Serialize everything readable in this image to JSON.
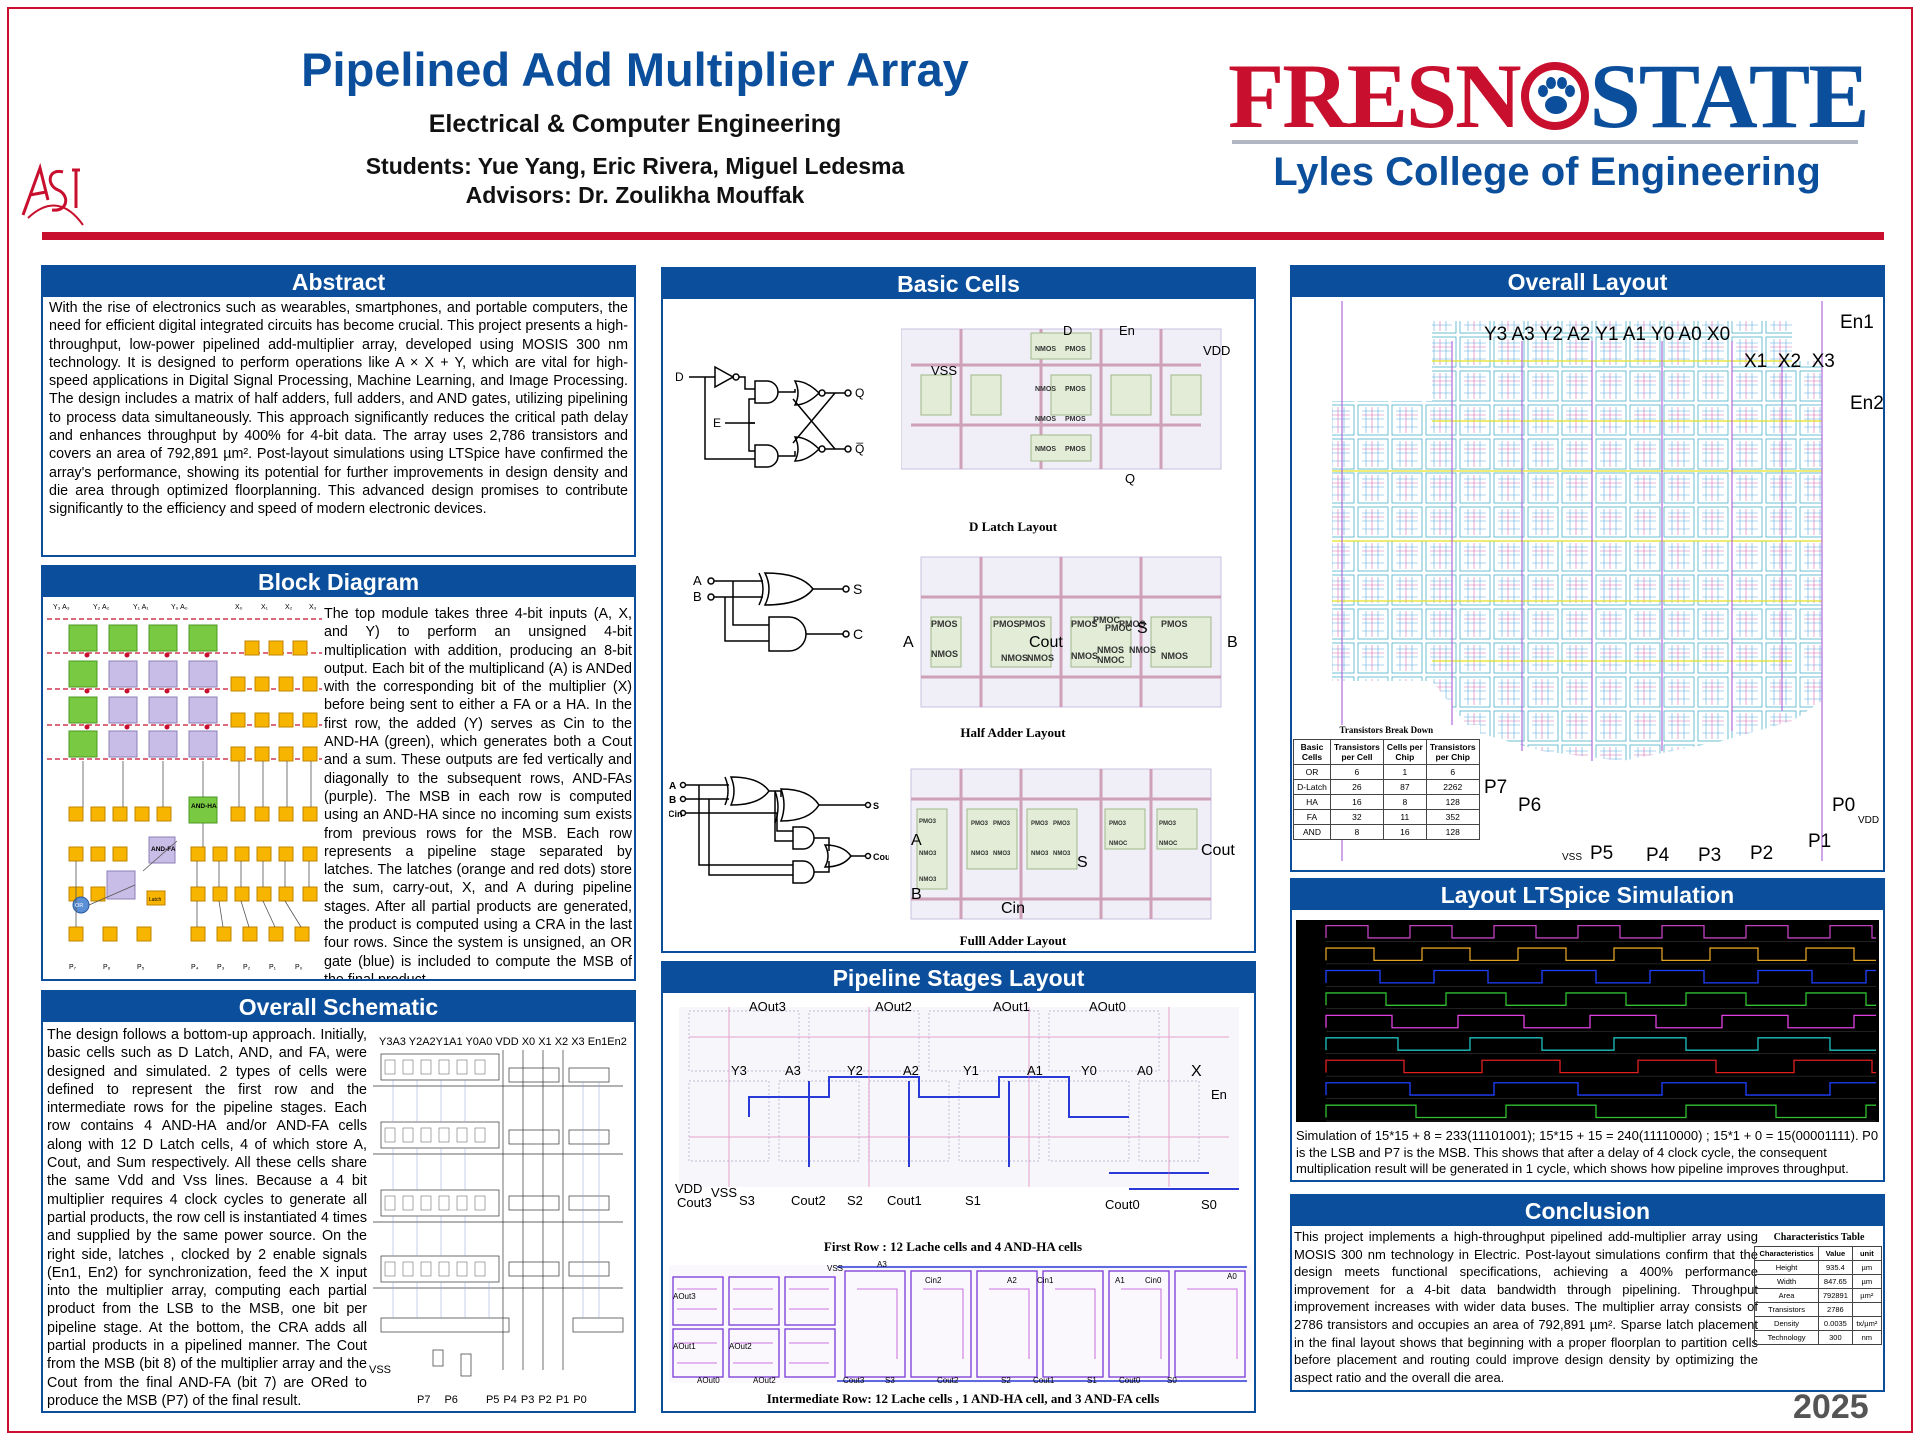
{
  "header": {
    "title": "Pipelined Add Multiplier Array",
    "department": "Electrical & Computer Engineering",
    "students": "Students: Yue Yang, Eric Rivera, Miguel Ledesma",
    "advisors": "Advisors: Dr. Zoulikha Mouffak",
    "logo_left": "FRESN",
    "logo_right": "STATE",
    "college": "Lyles College of Engineering",
    "year": "2025"
  },
  "abstract": {
    "heading": "Abstract",
    "text": "With the rise of electronics such as wearables, smartphones, and portable computers, the need for efficient digital integrated circuits has become crucial. This project presents a high-throughput, low-power pipelined add-multiplier array, developed using MOSIS 300 nm technology. It is designed to perform operations like A × X + Y, which are vital for high-speed applications in Digital Signal Processing, Machine Learning, and Image Processing. The design includes a matrix of half adders, full adders, and AND gates, utilizing pipelining to process data simultaneously. This approach significantly reduces the critical path delay and enhances throughput by 400% for 4-bit data. The array uses 2,786 transistors and covers an area of 792,891 µm². Post-layout simulations using LTSpice have confirmed the array's performance, showing its potential for further improvements in design density and die area through optimized floorplanning. This advanced design promises to contribute significantly to the efficiency and speed of modern electronic devices."
  },
  "block_diagram": {
    "heading": "Block Diagram",
    "text": "The top module takes three 4-bit inputs (A, X, and Y) to perform an unsigned 4-bit multiplication with addition, producing an 8-bit output. Each bit of the multiplicand (A) is ANDed with the corresponding bit of the multiplier (X) before being sent to either a FA or a HA. In the first row, the added (Y) serves as Cin to the AND-HA (green), which generates both a Cout and a sum. These outputs are fed vertically and diagonally to the subsequent rows, AND-FAs (purple). The MSB in each row is computed using an AND-HA since no incoming sum exists from previous rows for the MSB. Each row represents a pipeline stage separated by latches. The latches (orange and red dots) store the sum, carry-out, X, and A during pipeline stages. After all partial products are generated, the product is computed using a CRA in the last four rows. Since the system is unsigned, an OR gate (blue) is included to compute the MSB of the final product.",
    "labels": {
      "and_ha": "AND-HA",
      "and_fa": "AND-FA",
      "or": "OR",
      "latch": "Latch"
    }
  },
  "overall_schematic": {
    "heading": "Overall Schematic",
    "text": "The design follows a bottom-up approach. Initially, basic cells such as D Latch, AND, and FA, were designed and simulated. 2 types of cells were defined to represent the first row and the intermediate rows for the pipeline stages. Each row contains 4 AND-HA and/or AND-FA cells along with 12 D Latch cells, 4 of which store A, Cout, and Sum respectively. All these cells share the same Vdd and Vss lines. Because a 4 bit multiplier requires 4 clock cycles to generate all partial products, the row cell is instantiated 4 times and supplied by the same power source. On the right side, latches , clocked by 2 enable signals (En1, En2) for synchronization, feed the X input into the multiplier array, computing each partial product from the LSB to the MSB, one bit per pipeline stage. At the bottom, the CRA adds all partial products in a pipelined manner. The Cout from the MSB (bit 8) of the multiplier array and the Cout from the final AND-FA (bit 7) are ORed to produce the MSB (P7) of the final result.",
    "top_labels": "Y3A3 Y2A2Y1A1 Y0A0 VDD X0 X1 X2 X3 En1En2",
    "vss": "VSS",
    "bottom_labels": [
      "P7",
      "P6",
      "P5",
      "P4",
      "P3",
      "P2",
      "P1",
      "P0"
    ]
  },
  "basic_cells": {
    "heading": "Basic Cells",
    "d_latch_caption": "D Latch Layout",
    "half_adder_caption": "Half  Adder Layout",
    "full_adder_caption": "Fulll Adder Layout",
    "d_latch_labels": {
      "d": "D",
      "en": "En",
      "vdd": "VDD",
      "vss": "VSS",
      "q": "Q",
      "sch_d": "D",
      "sch_e": "E",
      "sch_q": "Q",
      "sch_qb": "Q̅"
    },
    "half_adder_labels": {
      "a": "A",
      "b": "B",
      "cout": "Cout",
      "s": "S",
      "sch_a": "A",
      "sch_b": "B",
      "sch_s": "S",
      "sch_c": "C"
    },
    "full_adder_labels": {
      "a": "A",
      "b": "B",
      "cin": "Cin",
      "s": "S",
      "cout": "Cout",
      "sch_a": "A",
      "sch_b": "B",
      "sch_cin": "Cin",
      "sch_s": "S",
      "sch_cout": "Cout"
    }
  },
  "pipeline": {
    "heading": "Pipeline Stages Layout",
    "first_row_caption": "First  Row : 12 Lache cells and 4 AND-HA cells",
    "intermediate_caption": "Intermediate Row: 12 Lache cells , 1 AND-HA cell, and 3 AND-FA cells",
    "top_outputs": [
      "AOut3",
      "AOut2",
      "AOut1",
      "AOut0"
    ],
    "inputs": [
      "Y3",
      "A3",
      "Y2",
      "A2",
      "Y1",
      "A1",
      "Y0",
      "A0",
      "X"
    ],
    "en": "En",
    "bottom": [
      "VDD",
      "Cout3",
      "VSS",
      "S3",
      "Cout2",
      "S2",
      "Cout1",
      "S1",
      "Cout0",
      "S0"
    ]
  },
  "overall_layout": {
    "heading": "Overall Layout",
    "top_labels": "Y3 A3 Y2 A2 Y1 A1 Y0 A0 X0",
    "x_labels": "X1  X2  X3",
    "en1": "En1",
    "en2": "En2",
    "outputs": [
      "P7",
      "P6",
      "P5",
      "P4",
      "P3",
      "P2",
      "P1",
      "P0"
    ],
    "vss": "VSS",
    "vdd": "VDD",
    "table_title": "Transistors Break Down",
    "table_headers": [
      "Basic Cells",
      "Transistors per Cell",
      "Cells per Chip",
      "Transistors per Chip"
    ],
    "table_rows": [
      [
        "OR",
        "6",
        "1",
        "6"
      ],
      [
        "D-Latch",
        "26",
        "87",
        "2262"
      ],
      [
        "HA",
        "16",
        "8",
        "128"
      ],
      [
        "FA",
        "32",
        "11",
        "352"
      ],
      [
        "AND",
        "8",
        "16",
        "128"
      ]
    ]
  },
  "ltspice": {
    "heading": "Layout LTSpice Simulation",
    "text": "Simulation of 15*15 + 8 = 233(11101001); 15*15 + 15 = 240(11110000) ; 15*1 + 0 = 15(00001111). P0 is the LSB and P7 is the MSB. This shows that after a delay of 4 clock cycle, the consequent multiplication result will be generated in 1 cycle, which shows how pipeline improves throughput.",
    "trace_colors": [
      "#c040c0",
      "#e0a020",
      "#2040ff",
      "#30c030",
      "#e040e0",
      "#20c0c0",
      "#e02020",
      "#2040ff",
      "#30c030"
    ]
  },
  "conclusion": {
    "heading": "Conclusion",
    "text": "This project implements a high-throughput pipelined add-multiplier array using MOSIS 300 nm technology in Electric. Post-layout simulations confirm that the design meets functional specifications, achieving a 400% performance improvement for a 4-bit data bandwidth through pipelining. Throughput improvement increases with wider data buses. The multiplier array consists of 2786 transistors and occupies an area of 792,891 µm². Sparse latch placement in the final layout shows that beginning with a proper floorplan to partition cells before placement and routing could improve design density by optimizing the aspect ratio and the overall die area.",
    "table_title": "Characteristics Table",
    "table_headers": [
      "Characteristics",
      "Value",
      "unit"
    ],
    "table_rows": [
      [
        "Height",
        "935.4",
        "µm"
      ],
      [
        "Width",
        "847.65",
        "µm"
      ],
      [
        "Area",
        "792891",
        "µm²"
      ],
      [
        "Transistors",
        "2786",
        ""
      ],
      [
        "Density",
        "0.0035",
        "tx/µm²"
      ],
      [
        "Technology",
        "300",
        "nm"
      ]
    ]
  }
}
